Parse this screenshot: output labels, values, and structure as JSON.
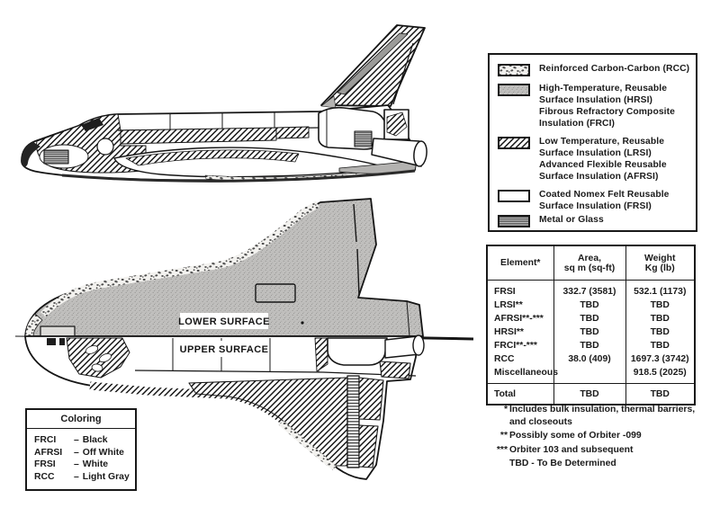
{
  "diagram": {
    "labels": {
      "lower_surface": "LOWER SURFACE",
      "upper_surface": "UPPER SURFACE"
    }
  },
  "legend": {
    "items": [
      {
        "pattern": "rcc",
        "lines": [
          "Reinforced Carbon-Carbon (RCC)"
        ]
      },
      {
        "pattern": "hrsi",
        "lines": [
          "High-Temperature, Reusable",
          "Surface Insulation (HRSI)",
          "Fibrous Refractory Composite",
          "Insulation (FRCI)"
        ]
      },
      {
        "pattern": "lrsi",
        "lines": [
          "Low Temperature, Reusable",
          "Surface Insulation (LRSI)",
          "Advanced Flexible Reusable",
          "Surface Insulation (AFRSI)"
        ]
      },
      {
        "pattern": "frsi",
        "lines": [
          "Coated Nomex Felt Reusable",
          "Surface Insulation (FRSI)"
        ]
      },
      {
        "pattern": "metal",
        "lines": [
          "Metal or Glass"
        ]
      }
    ]
  },
  "table": {
    "headers": {
      "element": "Element*",
      "area": [
        "Area,",
        "sq m (sq-ft)"
      ],
      "weight": [
        "Weight",
        "Kg (lb)"
      ]
    },
    "rows": [
      {
        "element": "FRSI",
        "area": "332.7 (3581)",
        "weight": "532.1 (1173)"
      },
      {
        "element": "LRSI**",
        "area": "TBD",
        "weight": "TBD"
      },
      {
        "element": "AFRSI**-***",
        "area": "TBD",
        "weight": "TBD"
      },
      {
        "element": "HRSI**",
        "area": "TBD",
        "weight": "TBD"
      },
      {
        "element": "FRCI**-***",
        "area": "TBD",
        "weight": "TBD"
      },
      {
        "element": "RCC",
        "area": "38.0 (409)",
        "weight": "1697.3 (3742)"
      },
      {
        "element": "Miscellaneous",
        "area": "",
        "weight": "918.5 (2025)"
      }
    ],
    "total": {
      "element": "Total",
      "area": "TBD",
      "weight": "TBD"
    }
  },
  "footnotes": [
    {
      "marker": "*",
      "text": "Includes bulk insulation, thermal barriers, and closeouts"
    },
    {
      "marker": "**",
      "text": "Possibly some of Orbiter -099"
    },
    {
      "marker": "***",
      "text": "Orbiter 103 and subsequent"
    },
    {
      "marker": "",
      "text": "TBD - To Be Determined"
    }
  ],
  "coloring": {
    "title": "Coloring",
    "dash": "–",
    "items": [
      {
        "name": "FRCI",
        "value": "Black"
      },
      {
        "name": "AFRSI",
        "value": "Off White"
      },
      {
        "name": "FRSI",
        "value": "White"
      },
      {
        "name": "RCC",
        "value": "Light Gray"
      }
    ]
  },
  "colors": {
    "ink": "#161616",
    "hrsi_gray": "#c0bfbd",
    "paper": "#ffffff"
  }
}
